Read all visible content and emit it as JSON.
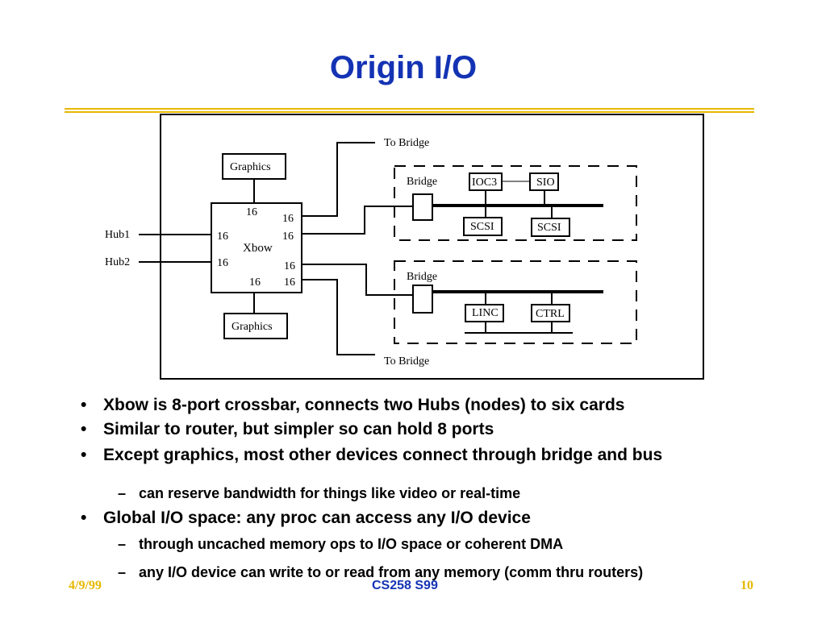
{
  "slide": {
    "title": "Origin I/O",
    "accent_color": "#e6b800",
    "title_color": "#1433b4"
  },
  "diagram": {
    "to_bridge_top": "To Bridge",
    "to_bridge_bottom": "To Bridge",
    "graphics_top": "Graphics",
    "graphics_bottom": "Graphics",
    "xbow": "Xbow",
    "hub1": "Hub1",
    "hub2": "Hub2",
    "port_width": "16",
    "bridge_upper": "Bridge",
    "bridge_lower": "Bridge",
    "ioc3": "IOC3",
    "sio": "SIO",
    "scsi_1": "SCSI",
    "scsi_2": "SCSI",
    "linc": "LINC",
    "ctrl": "CTRL"
  },
  "bullets": [
    {
      "text": "Xbow is 8-port crossbar, connects two Hubs (nodes) to six cards"
    },
    {
      "text": "Similar to router, but simpler so can hold 8 ports"
    },
    {
      "text": "Except graphics, most other devices connect through bridge and bus"
    },
    {
      "text": "Global I/O space: any proc can access any I/O device"
    }
  ],
  "sub_bullets": [
    {
      "text": "can reserve bandwidth for things like video or real-time"
    },
    {
      "text": "through uncached memory ops to I/O space or coherent DMA"
    },
    {
      "text": "any I/O device can write to or read from any memory (comm thru routers)"
    }
  ],
  "footer": {
    "date": "4/9/99",
    "course": "CS258 S99",
    "page": "10"
  }
}
